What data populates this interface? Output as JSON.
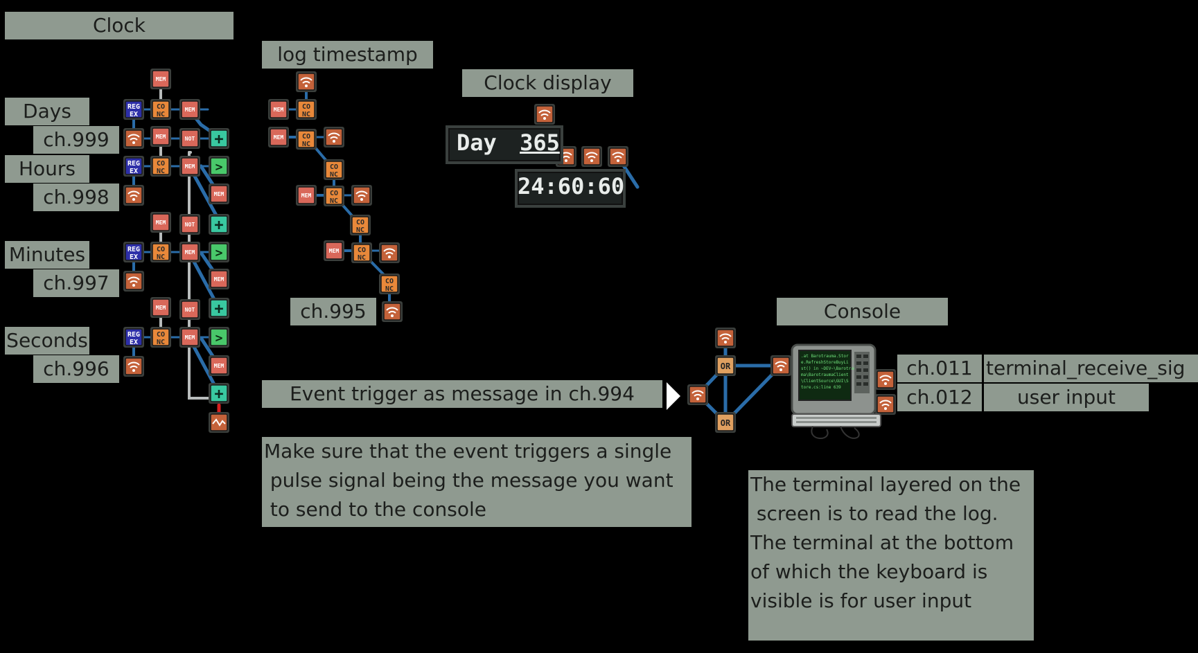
{
  "sections": {
    "clock": "Clock",
    "log_timestamp": "log timestamp",
    "clock_display": "Clock display",
    "console": "Console"
  },
  "clock_rows": [
    {
      "name": "Days",
      "channel": "ch.999"
    },
    {
      "name": "Hours",
      "channel": "ch.998"
    },
    {
      "name": "Minutes",
      "channel": "ch.997"
    },
    {
      "name": "Seconds",
      "channel": "ch.996"
    }
  ],
  "log_channel": "ch.995",
  "display": {
    "day_prefix": "Day",
    "day_value": "365",
    "time_value": "24:60:60"
  },
  "console_channels": [
    {
      "channel": "ch.011",
      "signal": "terminal_receive_sig"
    },
    {
      "channel": "ch.012",
      "signal": "user input"
    }
  ],
  "event_trigger": "Event trigger as message in ch.994",
  "event_note": "Make sure that the event triggers a single\n pulse signal being the message you want\n to send to the console",
  "terminal_note": "The terminal layered on the\n screen is to read the log.\nThe terminal at the bottom\nof which the keyboard is\nvisible is for user input",
  "chip_labels": {
    "mem": "MEM",
    "regex_top": "REG",
    "regex_bottom": "EX",
    "concat_top": "CO",
    "concat_bottom": "NC",
    "not": "NOT",
    "or": "OR",
    "add": "+",
    "greater": ">"
  },
  "colors": {
    "background": "#000000",
    "label_bg": "#8f9a90",
    "wire_blue": "#2a6ca8",
    "wire_grey": "#b8bcbc",
    "wire_red": "#d62020",
    "mem_chip": "#d9685a",
    "concat_chip": "#e8883a",
    "regex_chip": "#2d2fa8",
    "add_chip": "#39c8a0",
    "greater_chip": "#49c86a",
    "wifi_chip": "#c4623a"
  },
  "icons": [
    "wifi-icon",
    "oscillator-icon",
    "terminal-monitor-icon",
    "keyboard-icon",
    "play-arrow-icon"
  ]
}
